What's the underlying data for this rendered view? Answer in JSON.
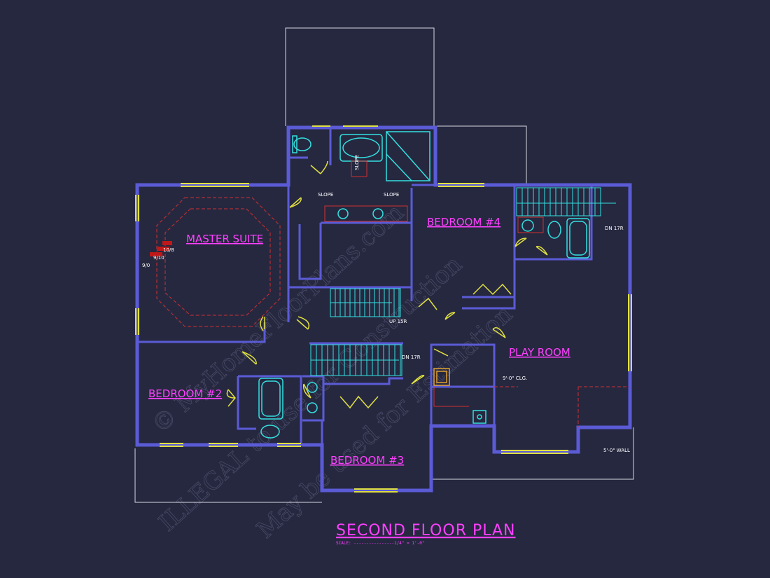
{
  "colors": {
    "background": "#262840",
    "wall": "#5b5bd6",
    "outline": "#d8d8e0",
    "fixture": "#33e0e0",
    "window": "#e0e040",
    "ceiling": "#d03030",
    "label": "#ff40ff"
  },
  "title": "SECOND FLOOR PLAN",
  "scale_note": "SCALE: ----------------1/4\" = 1'-0\"",
  "rooms": {
    "master_suite": "MASTER SUITE",
    "bedroom4": "BEDROOM #4",
    "bedroom2": "BEDROOM #2",
    "bedroom3": "BEDROOM #3",
    "play_room": "PLAY ROOM"
  },
  "notes": {
    "slope_vertical": "SLOPE",
    "slope_left": "SLOPE",
    "slope_right": "SLOPE",
    "ceiling_10_8": "10/8",
    "ceiling_9_10": "9/10",
    "ceiling_9_0": "9/0",
    "dn_top": "DN 17R",
    "up": "UP 15R",
    "dn_mid": "DN 17R",
    "play_clg": "9'-0\" CLG.",
    "wall_height": "5'-0\" WALL"
  },
  "watermark": {
    "line1": "© MyHomeFloorPlans.com",
    "line2": "ILLEGAL to use for Construction",
    "line3": "May be used for Estimation"
  }
}
